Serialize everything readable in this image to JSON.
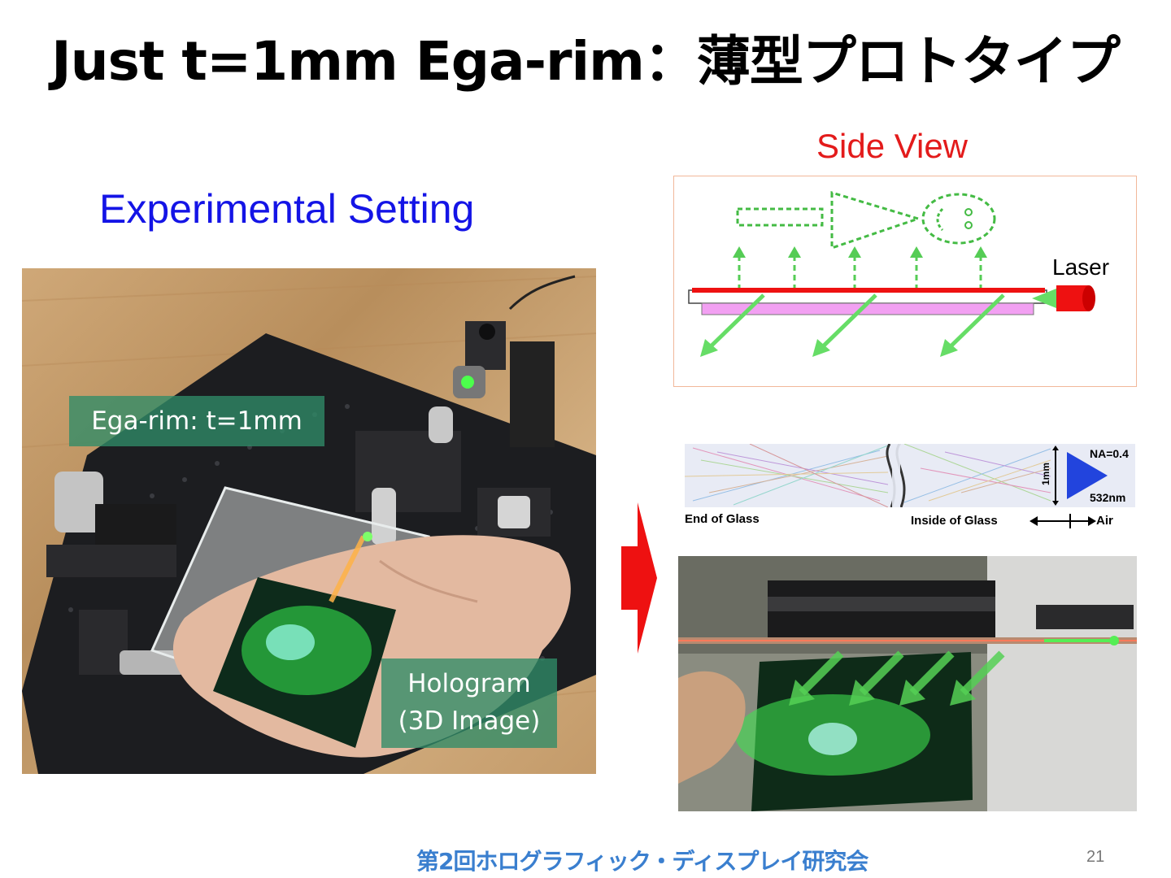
{
  "slide": {
    "title": "Just t=1mm Ega-rim：薄型プロトタイプ",
    "left_heading": "Experimental Setting",
    "right_heading": "Side View",
    "footer": "第2回ホログラフィック・ディスプレイ研究会",
    "page_number": "21"
  },
  "photo_left": {
    "callout_top": "Ega-rim: t=1mm",
    "callout_bottom_line1": "Hologram",
    "callout_bottom_line2": "(3D Image)"
  },
  "side_view": {
    "laser_label": "Laser"
  },
  "ray_panel": {
    "na_label": "NA=0.4",
    "thickness_label": "1mm",
    "wavelength_label": "532nm",
    "end_label": "End of Glass",
    "inside_label": "Inside of Glass",
    "air_label": "Air"
  },
  "colors": {
    "title": "#000000",
    "left_heading": "#1414e6",
    "right_heading": "#e31b1b",
    "footer": "#3a7fcf",
    "callout_bg": "#308c68",
    "laser_beam": "#ff0000",
    "green_arrow": "#55cc55",
    "hologram_film": "#f2a0f2"
  }
}
